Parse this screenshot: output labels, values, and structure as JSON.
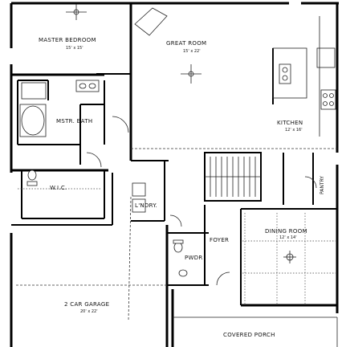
{
  "rooms": {
    "master_bedroom": {
      "name": "MASTER BEDROOM",
      "dim": "15' x 15'"
    },
    "great_room": {
      "name": "GREAT ROOM",
      "dim": "15' x 22'"
    },
    "mstr_bath": {
      "name": "MSTR. BATH"
    },
    "kitchen": {
      "name": "KITCHEN",
      "dim": "12' x 16'"
    },
    "wic": {
      "name": "W.I.C."
    },
    "pantry": {
      "name": "PANTRY"
    },
    "laundry": {
      "name": "L'NDRY."
    },
    "foyer": {
      "name": "FOYER"
    },
    "dining_room": {
      "name": "DINING ROOM",
      "dim": "12' x 14'"
    },
    "pwdr": {
      "name": "PWDR"
    },
    "garage": {
      "name": "2 CAR GARAGE",
      "dim": "20' x 22'"
    },
    "covered_porch": {
      "name": "COVERED PORCH"
    }
  },
  "colors": {
    "wall": "#000000",
    "line": "#222222",
    "background": "#ffffff"
  }
}
